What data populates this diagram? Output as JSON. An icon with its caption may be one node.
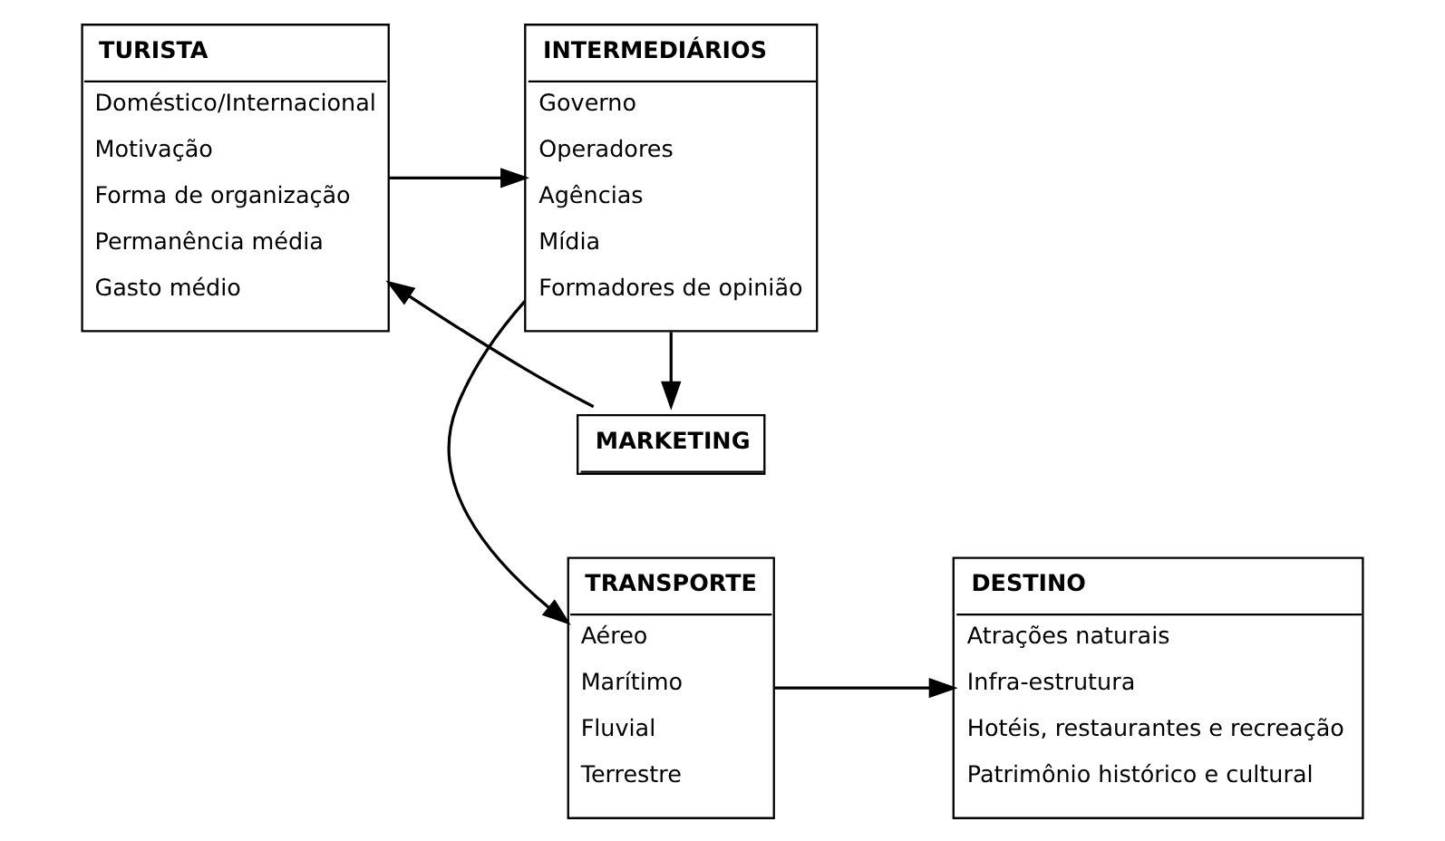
{
  "diagram": {
    "nodes": [
      {
        "text": [
          "TRANSPORTE",
          "Aéreo",
          "Marítimo",
          "Fluvial",
          "Terrestre"
        ]
      },
      {
        "text": [
          "TURISTA",
          "Doméstico/Internacional",
          "Motivação",
          "Forma de organização",
          "Permanência média",
          "Gasto médio"
        ]
      },
      {
        "text": [
          "DESTINO",
          "Atrações naturais",
          "Infra-estrutura",
          "Hotéis, restaurantes e recreação",
          "Patrimônio histórico e cultural"
        ]
      },
      {
        "text": [
          "INTERMEDIÁRIOS",
          "Governo",
          "Operadores",
          "Agências",
          "Mídia",
          "Formadores de opinião"
        ]
      },
      {
        "text": [
          "MARKETING"
        ]
      }
    ],
    "edges": [
      {
        "from": 1,
        "to": 3,
        "arrow": "to"
      },
      {
        "from": 3,
        "to": 0,
        "arrow": "to"
      },
      {
        "from": 0,
        "to": 2,
        "arrow": "to"
      },
      {
        "from": 3,
        "to": 4,
        "arrow": "to"
      },
      {
        "from": 4,
        "to": 1,
        "arrow": "to"
      }
    ]
  }
}
